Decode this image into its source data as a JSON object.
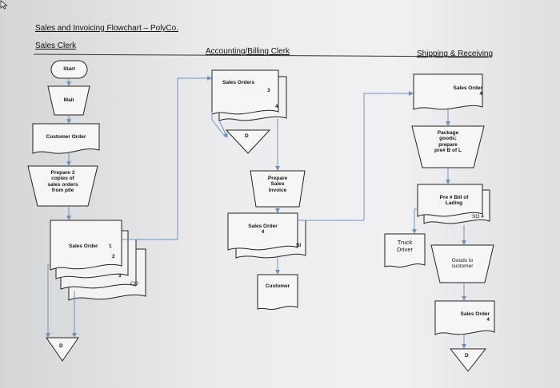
{
  "title": "Sales and Invoicing Flowchart – PolyCo.",
  "lanes": {
    "sales_clerk": "Sales Clerk",
    "accounting": "Accounting/Billing Clerk",
    "shipping": "Shipping & Receiving"
  },
  "sales": {
    "start": "Start",
    "mail": "Mail",
    "customer_order": "Customer Order",
    "prepare_l1": "Prepare 3",
    "prepare_l2": "copies of",
    "prepare_l3": "sales orders",
    "prepare_l4": "from pile",
    "so_label": "Sales Order",
    "so_num1": "1",
    "so_num2": "2",
    "so_num3": "3",
    "co": "CO",
    "file_d": "D"
  },
  "accounting": {
    "sales_orders": "Sales Orders",
    "num3": "3",
    "num4": "4",
    "file_d": "D",
    "inv_l1": "Prepare",
    "inv_l2": "Sales",
    "inv_l3": "Invoice",
    "so_label": "Sales Order",
    "so_num": "4",
    "si": "SI",
    "customer": "Customer"
  },
  "shipping": {
    "so_label": "Sales Order",
    "so_num": "4",
    "pkg_l1": "Package",
    "pkg_l2": "goods;",
    "pkg_l3": "prepare",
    "pkg_l4": "pre# B of L",
    "bol_l1": "Pre # Bill of",
    "bol_l2": "Lading",
    "so4": "SO 4",
    "truck_l1": "Truck",
    "truck_l2": "Driver",
    "goods_l1": "Goods to",
    "goods_l2": "customer",
    "so_label2": "Sales Order",
    "so_num2": "4",
    "file_d": "D"
  }
}
